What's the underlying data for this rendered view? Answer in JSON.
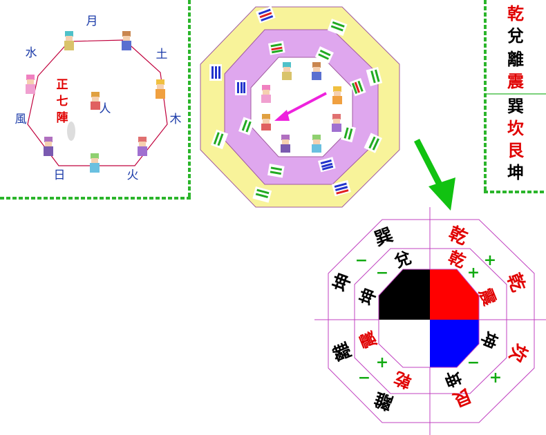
{
  "left_panel": {
    "formation": [
      "正",
      "七",
      "陣"
    ],
    "center": "人",
    "labels": [
      "月",
      "土",
      "木",
      "火",
      "日",
      "風",
      "水"
    ],
    "colors": {
      "label": "#1a3aa8",
      "formation": "#e00000",
      "border": "#2bb52b",
      "ring": "#c0003c"
    }
  },
  "center_panel": {
    "outer_ring_color": "#f8f39a",
    "inner_ring_color": "#dfa7ee",
    "outline_color": "#a05aa0",
    "arrow_color": "#ee22dd"
  },
  "right_column": {
    "chars": [
      {
        "text": "乾",
        "color": "#e00000"
      },
      {
        "text": "兌",
        "color": "#000000"
      },
      {
        "text": "離",
        "color": "#000000"
      },
      {
        "text": "震",
        "color": "#e00000"
      },
      {
        "text": "巽",
        "color": "#000000"
      },
      {
        "text": "坎",
        "color": "#e00000"
      },
      {
        "text": "艮",
        "color": "#e00000"
      },
      {
        "text": "坤",
        "color": "#000000"
      }
    ]
  },
  "bottom_diagram": {
    "outer": [
      "巽",
      "乾",
      "乾",
      "坎",
      "艮",
      "離",
      "離",
      "坤"
    ],
    "inner": [
      "兌",
      "乾",
      "震",
      "坤",
      "坤",
      "乾",
      "震",
      "坤"
    ],
    "signs": [
      "−",
      "+",
      "+",
      "+",
      "−",
      "+",
      "−",
      "−"
    ],
    "quadrant_colors": {
      "tl": "#000000",
      "tr": "#ff0000",
      "br": "#0000ff",
      "bl": "#ffffff"
    },
    "arrow_color": "#11c211"
  }
}
